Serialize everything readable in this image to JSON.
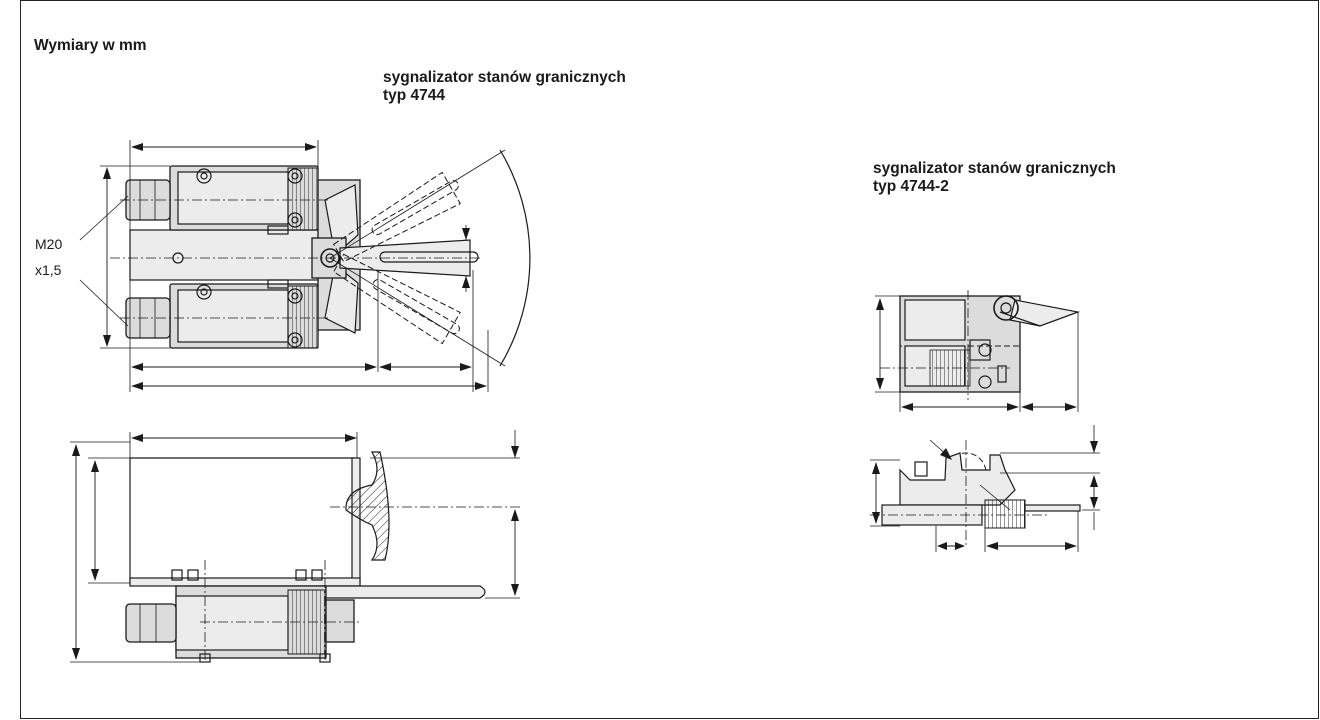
{
  "heading": "Wymiary w mm",
  "device_4744": {
    "title_line1": "sygnalizator stanów granicznych",
    "title_line2": "typ 4744",
    "thread_line1": "M20",
    "thread_line2": "x1,5"
  },
  "device_4744_2": {
    "title_line1": "sygnalizator stanów granicznych",
    "title_line2": "typ 4744-2"
  }
}
